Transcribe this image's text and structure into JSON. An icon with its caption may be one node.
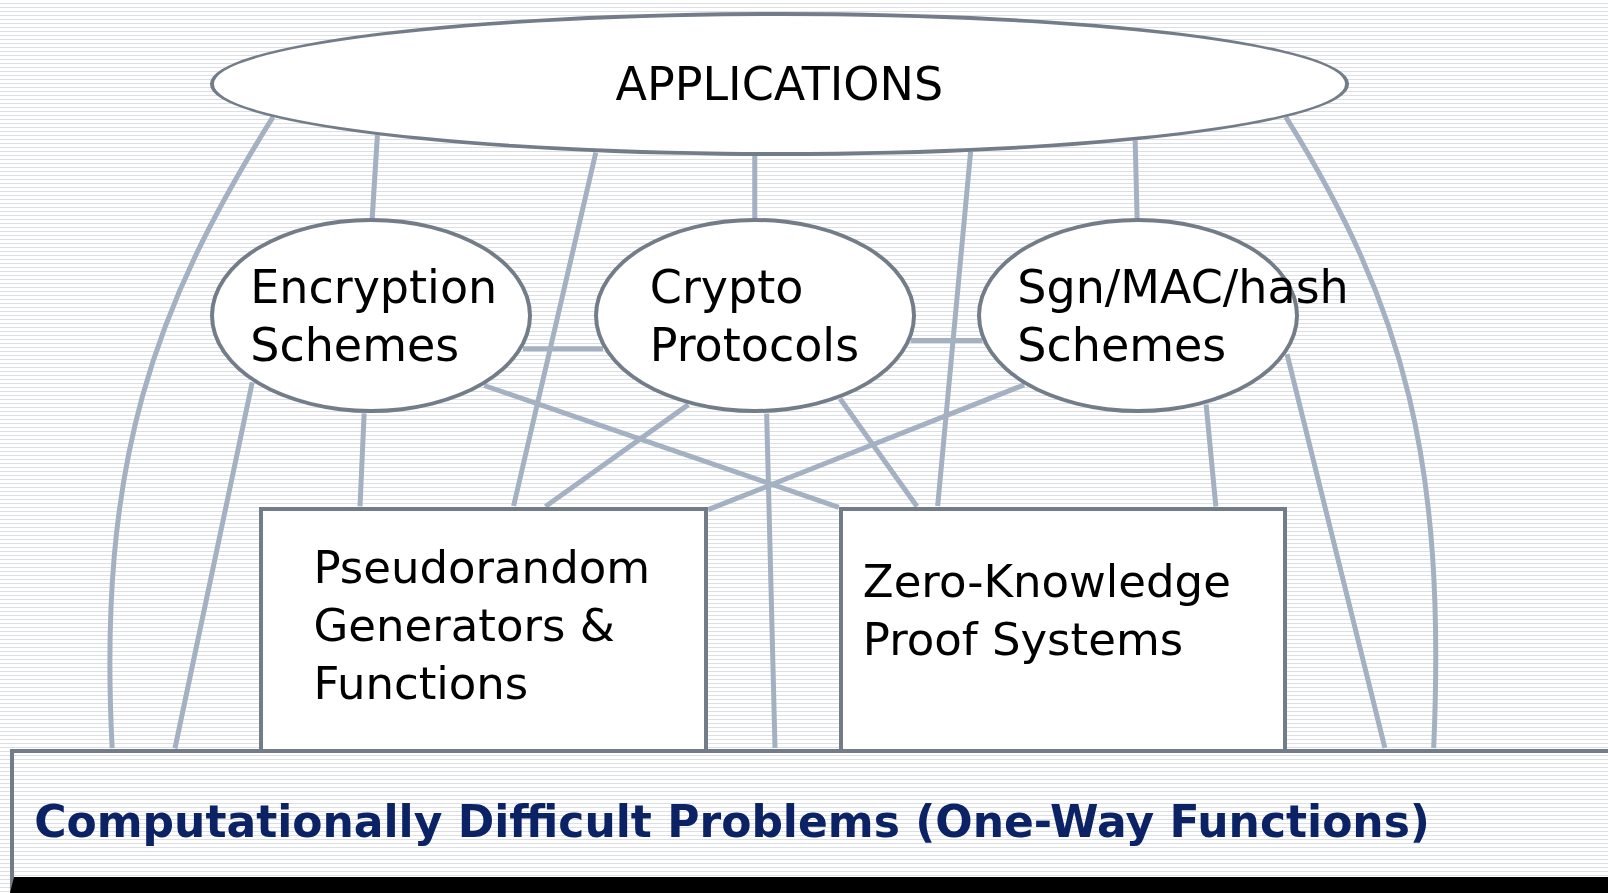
{
  "diagram": {
    "nodes": [
      {
        "text": [
          "APPLICATIONS"
        ]
      },
      {
        "text": [
          "Encryption Schemes"
        ]
      },
      {
        "text": [
          "Crypto Protocols"
        ]
      },
      {
        "text": [
          "Sgn/MAC/hash Schemes"
        ]
      },
      {
        "text": [
          "Pseudorandom Generators & Functions"
        ]
      },
      {
        "text": [
          "Zero-Knowledge Proof Systems"
        ]
      },
      {
        "text": [
          "Computationally Difficult Problems (One-Way Functions)"
        ]
      }
    ],
    "edges": [
      {
        "from": 0,
        "to": 1,
        "arrow": "none"
      },
      {
        "from": 0,
        "to": 2,
        "arrow": "none"
      },
      {
        "from": 0,
        "to": 3,
        "arrow": "none"
      },
      {
        "from": 0,
        "to": 4,
        "arrow": "none"
      },
      {
        "from": 0,
        "to": 5,
        "arrow": "none"
      },
      {
        "from": 0,
        "to": 6,
        "arrow": "none"
      },
      {
        "from": 0,
        "to": 6,
        "arrow": "none"
      },
      {
        "from": 1,
        "to": 2,
        "arrow": "none"
      },
      {
        "from": 2,
        "to": 3,
        "arrow": "none"
      },
      {
        "from": 1,
        "to": 4,
        "arrow": "none"
      },
      {
        "from": 1,
        "to": 6,
        "arrow": "none"
      },
      {
        "from": 1,
        "to": 5,
        "arrow": "none"
      },
      {
        "from": 2,
        "to": 4,
        "arrow": "none"
      },
      {
        "from": 2,
        "to": 5,
        "arrow": "none"
      },
      {
        "from": 2,
        "to": 6,
        "arrow": "none"
      },
      {
        "from": 3,
        "to": 4,
        "arrow": "none"
      },
      {
        "from": 3,
        "to": 5,
        "arrow": "none"
      },
      {
        "from": 3,
        "to": 6,
        "arrow": "none"
      }
    ]
  }
}
